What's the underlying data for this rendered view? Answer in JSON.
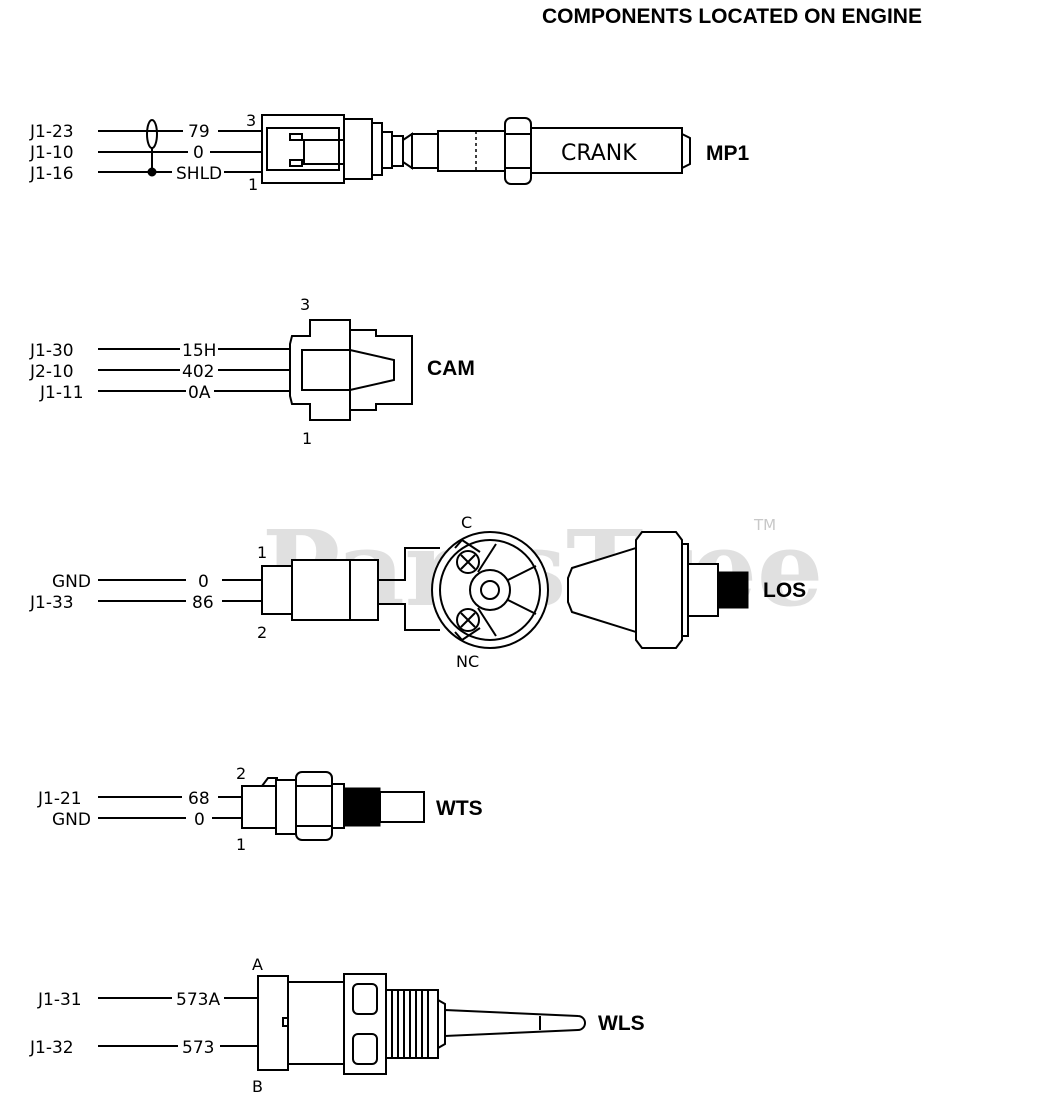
{
  "title": "COMPONENTS LOCATED ON ENGINE",
  "watermark": "PartsTree",
  "watermark_tm": "TM",
  "components": {
    "mp1": {
      "name": "MP1",
      "inner_label": "CRANK",
      "pin_top": "3",
      "pin_bottom": "1",
      "wires": [
        {
          "from": "J1-23",
          "wire": "79"
        },
        {
          "from": "J1-10",
          "wire": "0"
        },
        {
          "from": "J1-16",
          "wire": "SHLD"
        }
      ]
    },
    "cam": {
      "name": "CAM",
      "pin_top": "3",
      "pin_bottom": "1",
      "wires": [
        {
          "from": "J1-30",
          "wire": "15H"
        },
        {
          "from": "J2-10",
          "wire": "402"
        },
        {
          "from": "J1-11",
          "wire": "0A"
        }
      ]
    },
    "los": {
      "name": "LOS",
      "pin_top": "1",
      "pin_bottom": "2",
      "contact_c": "C",
      "contact_nc": "NC",
      "wires": [
        {
          "from": "GND",
          "wire": "0"
        },
        {
          "from": "J1-33",
          "wire": "86"
        }
      ]
    },
    "wts": {
      "name": "WTS",
      "pin_top": "2",
      "pin_bottom": "1",
      "wires": [
        {
          "from": "J1-21",
          "wire": "68"
        },
        {
          "from": "GND",
          "wire": "0"
        }
      ]
    },
    "wls": {
      "name": "WLS",
      "pin_top": "A",
      "pin_bottom": "B",
      "wires": [
        {
          "from": "J1-31",
          "wire": "573A"
        },
        {
          "from": "J1-32",
          "wire": "573"
        }
      ]
    }
  }
}
